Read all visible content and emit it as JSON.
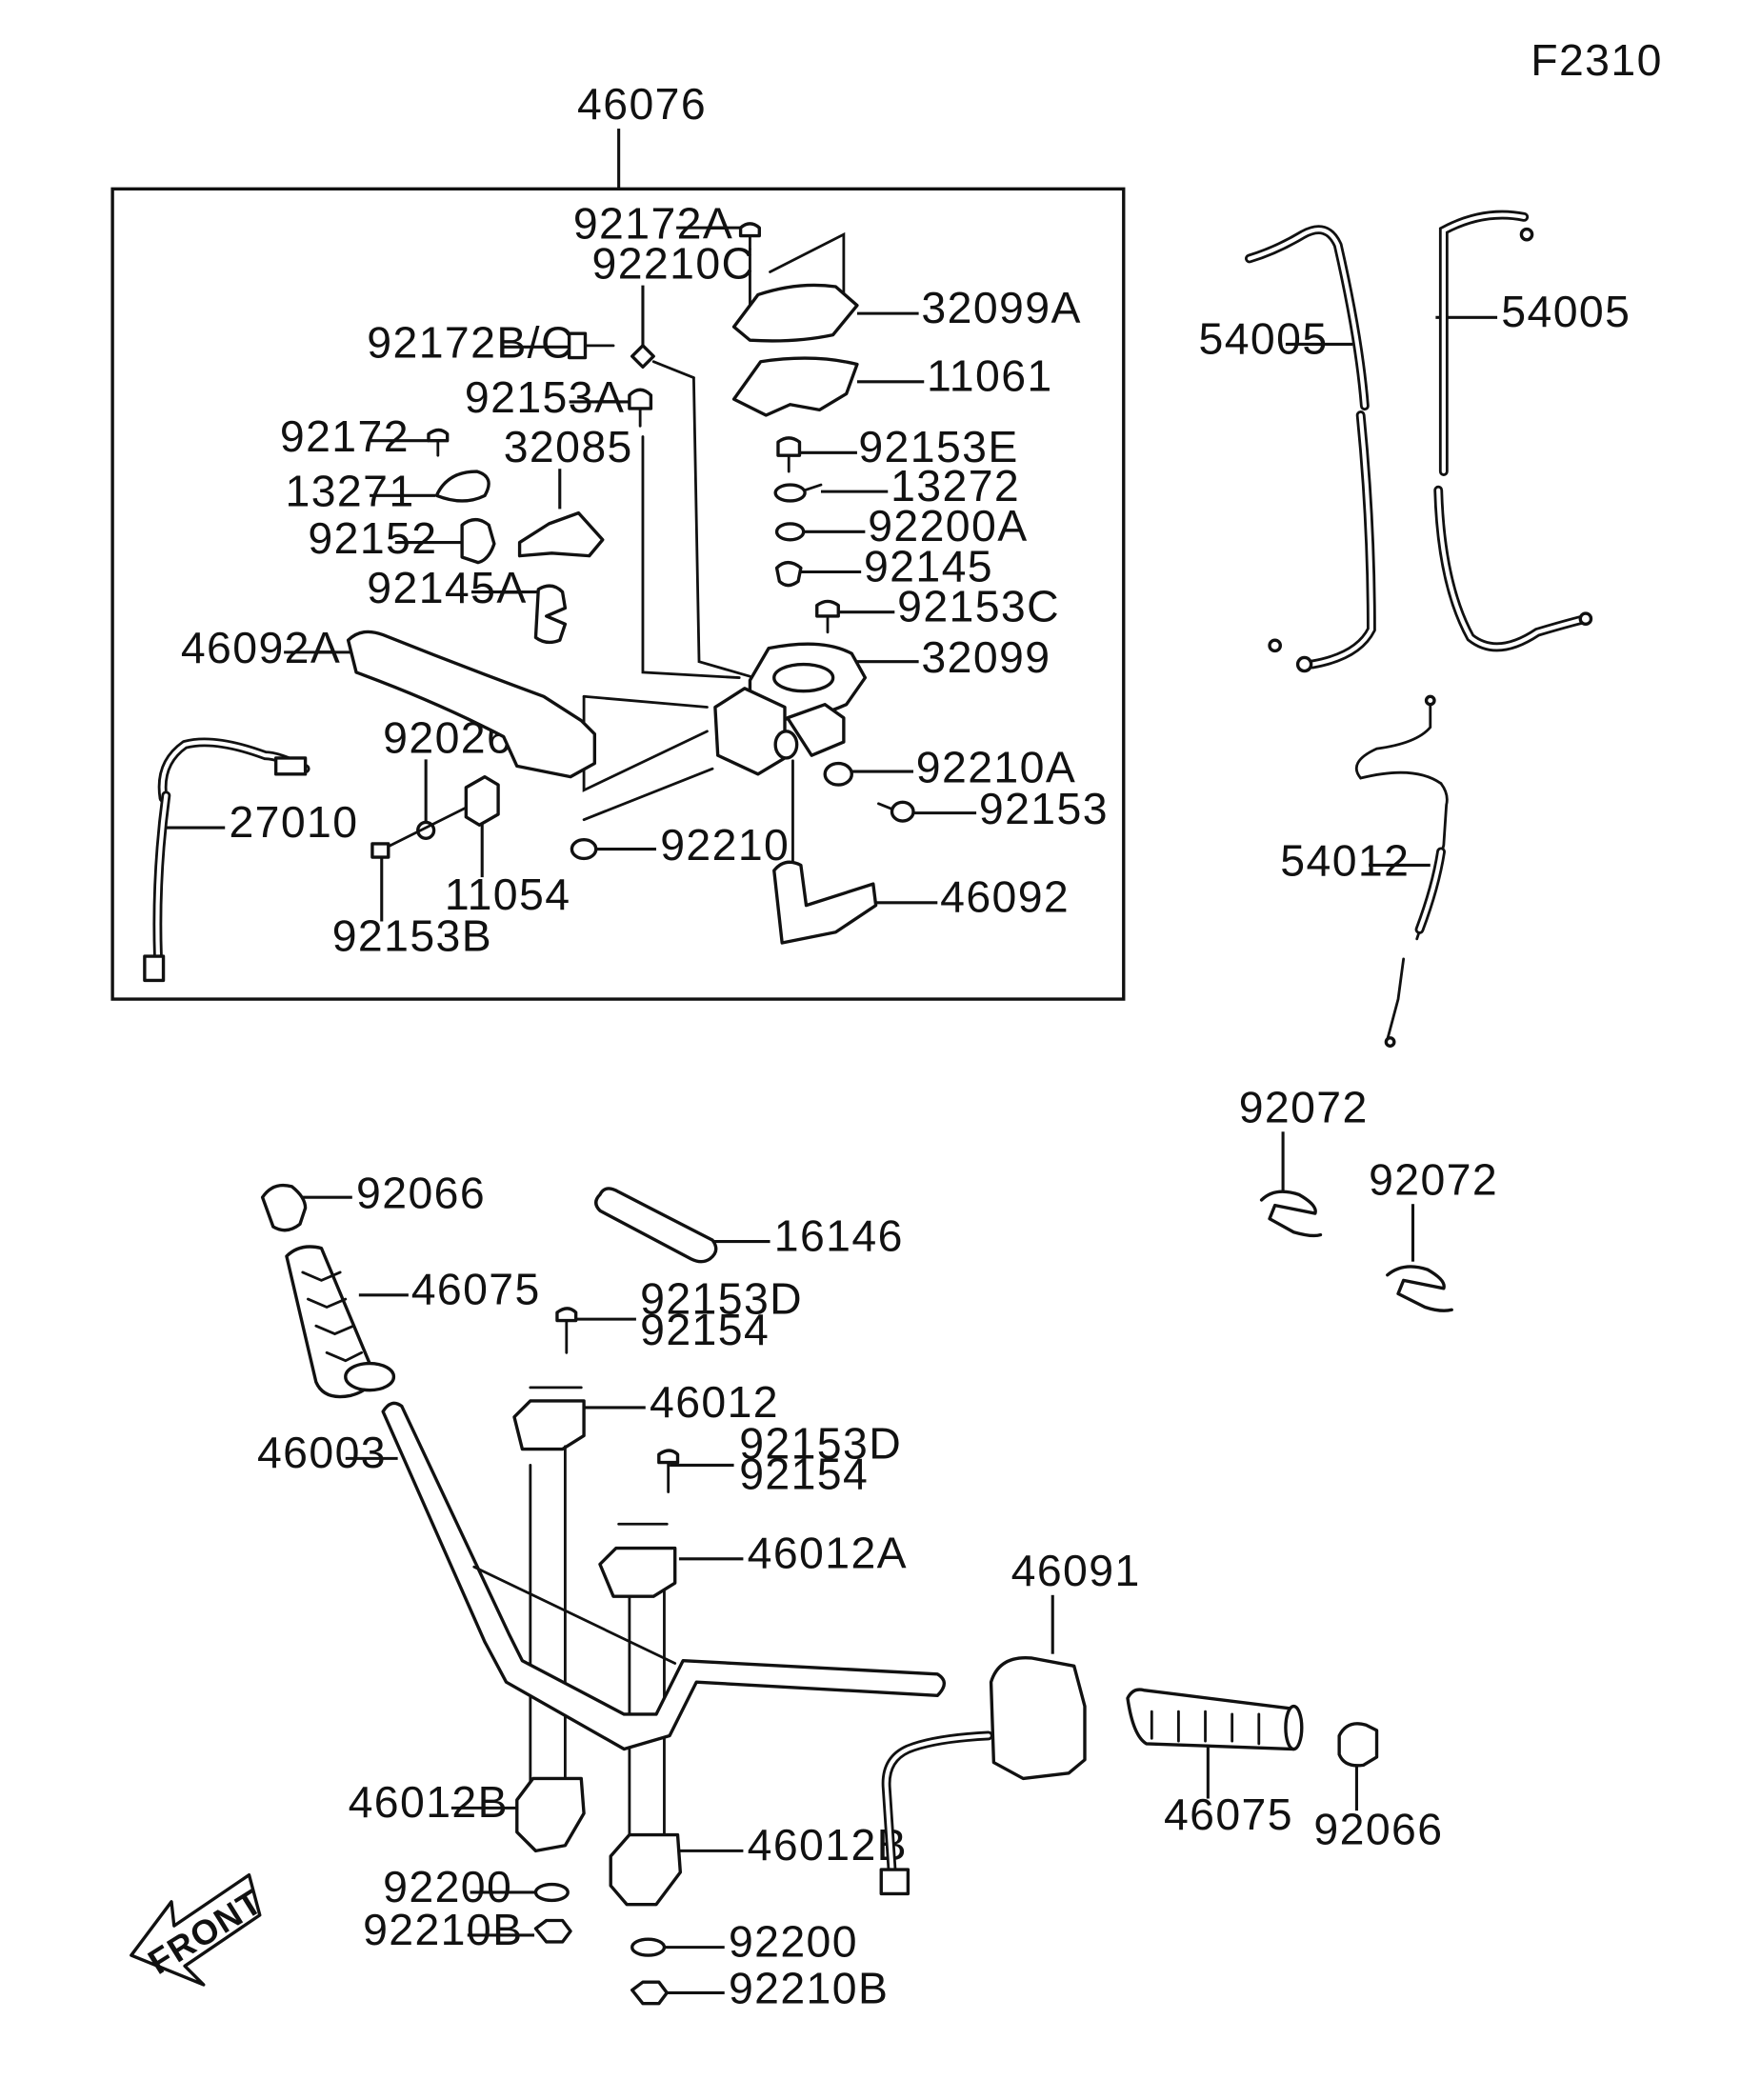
{
  "figure_code": "F2310",
  "front_arrow_text": "FRONT",
  "labels": {
    "46076": "46076",
    "92172A": "92172A",
    "92210C": "92210C",
    "32099A": "32099A",
    "92172BC": "92172B/C",
    "11061": "11061",
    "92153A": "92153A",
    "92172": "92172",
    "32085": "32085",
    "92153E": "92153E",
    "13271": "13271",
    "13272": "13272",
    "92200A": "92200A",
    "92152": "92152",
    "92145": "92145",
    "92145A": "92145A",
    "92153C": "92153C",
    "46092A": "46092A",
    "32099": "32099",
    "92026": "92026",
    "92210A": "92210A",
    "27010": "27010",
    "92153": "92153",
    "92210": "92210",
    "11054": "11054",
    "46092": "46092",
    "92153B": "92153B",
    "54005_left": "54005",
    "54005_right": "54005",
    "54012": "54012",
    "92072_a": "92072",
    "92072_b": "92072",
    "92066_top": "92066",
    "16146": "16146",
    "46075_top": "46075",
    "92153D_a": "92153D",
    "92154_a": "92154",
    "46012": "46012",
    "46003": "46003",
    "92153D_b": "92153D",
    "92154_b": "92154",
    "46012A": "46012A",
    "46091": "46091",
    "46012B_left": "46012B",
    "46012B_right": "46012B",
    "46075_bottom": "46075",
    "92066_bottom": "92066",
    "92200_left": "92200",
    "92210B_left": "92210B",
    "92200_right": "92200",
    "92210B_right": "92210B"
  }
}
